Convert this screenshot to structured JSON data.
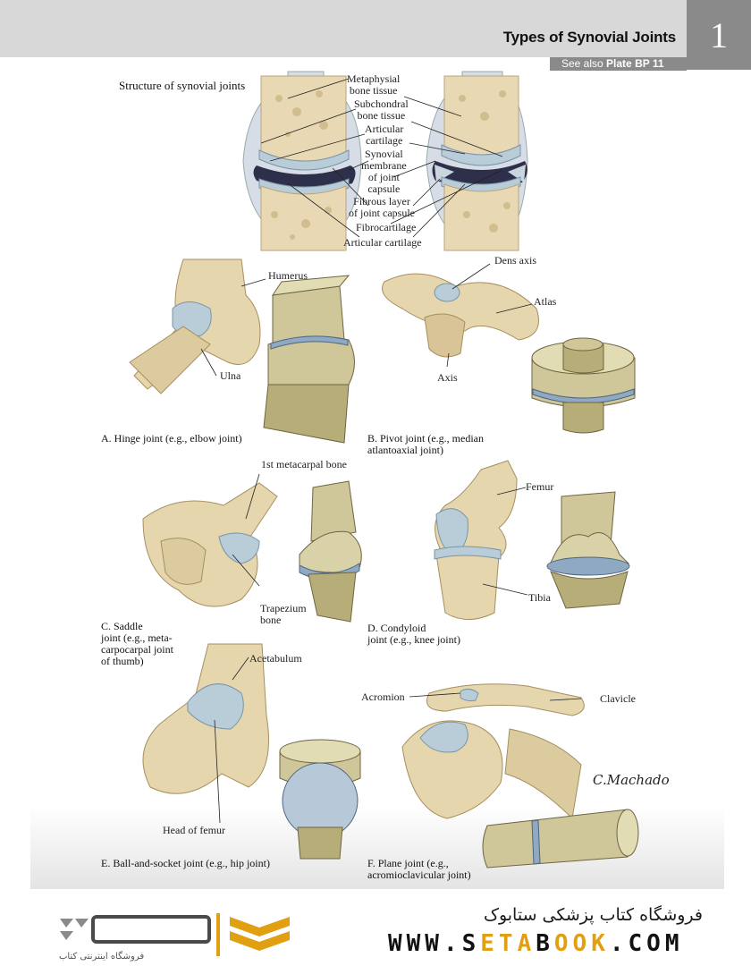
{
  "header": {
    "title": "Types of Synovial Joints",
    "plate_number": "1",
    "see_also_prefix": "See also",
    "see_also_plate": "Plate BP 11"
  },
  "structure": {
    "title": "Structure of synovial joints",
    "labels": {
      "metaphysial": "Metaphysial bone tissue",
      "metaphysial_1": "Metaphysial",
      "metaphysial_2": "bone tissue",
      "subchondral_1": "Subchondral",
      "subchondral_2": "bone tissue",
      "articular_1": "Articular",
      "articular_2": "cartilage",
      "synovial_1": "Synovial",
      "synovial_2": "membrane",
      "synovial_3": "of joint",
      "synovial_4": "capsule",
      "fibrous_1": "Fibrous layer",
      "fibrous_2": "of joint capsule",
      "fibrocartilage": "Fibrocartilage",
      "articular_cartilage": "Articular cartilage"
    }
  },
  "joints": {
    "hinge": {
      "caption": "A. Hinge joint (e.g., elbow joint)",
      "labels": {
        "humerus": "Humerus",
        "ulna": "Ulna"
      }
    },
    "pivot": {
      "caption_1": "B. Pivot joint (e.g., median",
      "caption_2": "atlantoaxial joint)",
      "labels": {
        "dens": "Dens axis",
        "atlas": "Atlas",
        "axis": "Axis"
      }
    },
    "saddle": {
      "caption_1": "C. Saddle",
      "caption_2": "joint (e.g., meta-",
      "caption_3": "carpocarpal joint",
      "caption_4": "of thumb)",
      "labels": {
        "metacarpal": "1st metacarpal bone",
        "trapezium_1": "Trapezium",
        "trapezium_2": "bone"
      }
    },
    "condyloid": {
      "caption_1": "D. Condyloid",
      "caption_2": "joint (e.g., knee joint)",
      "labels": {
        "femur": "Femur",
        "tibia": "Tibia"
      }
    },
    "ball": {
      "caption": "E. Ball-and-socket joint (e.g., hip joint)",
      "labels": {
        "acetabulum": "Acetabulum",
        "head": "Head of femur"
      }
    },
    "plane": {
      "caption_1": "F. Plane joint (e.g.,",
      "caption_2": "acromioclavicular joint)",
      "labels": {
        "acromion": "Acromion",
        "clavicle": "Clavicle"
      }
    }
  },
  "signature": "C.Machado",
  "footer": {
    "store_name_fa": "فروشگاه کتاب پزشکی ستابوک",
    "url_pre": "WWW.S",
    "url_acc1": "ETA",
    "url_mid": "B",
    "url_acc2": "OOK",
    "url_post": ".COM",
    "logo_sub_fa": "فروشگاه اینترنتی کتاب"
  },
  "colors": {
    "header_band": "#d8d8d8",
    "plate_tab": "#8a8a8a",
    "bone": "#e8d9b4",
    "cartilage": "#b9cdd9",
    "model": "#cfc79a",
    "brand_accent": "#e0a012"
  }
}
